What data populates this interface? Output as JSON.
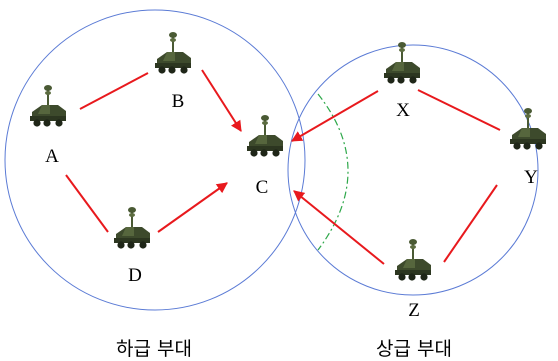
{
  "nodes": [
    {
      "id": "A",
      "label": "A"
    },
    {
      "id": "B",
      "label": "B"
    },
    {
      "id": "C",
      "label": "C"
    },
    {
      "id": "D",
      "label": "D"
    },
    {
      "id": "X",
      "label": "X"
    },
    {
      "id": "Y",
      "label": "Y"
    },
    {
      "id": "Z",
      "label": "Z"
    }
  ],
  "links": [
    {
      "from": "A",
      "to": "B",
      "directed": false
    },
    {
      "from": "A",
      "to": "D",
      "directed": false
    },
    {
      "from": "B",
      "to": "C",
      "directed": true
    },
    {
      "from": "D",
      "to": "C",
      "directed": true
    },
    {
      "from": "X",
      "to": "Y",
      "directed": false
    },
    {
      "from": "Y",
      "to": "Z",
      "directed": false
    },
    {
      "from": "X",
      "to": "C",
      "directed": true
    },
    {
      "from": "Z",
      "to": "C",
      "directed": true
    }
  ],
  "groups": [
    {
      "id": "lower",
      "label": "하급 부대"
    },
    {
      "id": "upper",
      "label": "상급 부대"
    }
  ],
  "colors": {
    "link": "#e8191d",
    "circle": "#5b7bd5",
    "boundary": "#2ea84a",
    "vehicle_body": "#3d4a2c",
    "vehicle_dark": "#1f2618",
    "antenna": "#4a5a34"
  },
  "icon": "military-radio-vehicle-icon"
}
